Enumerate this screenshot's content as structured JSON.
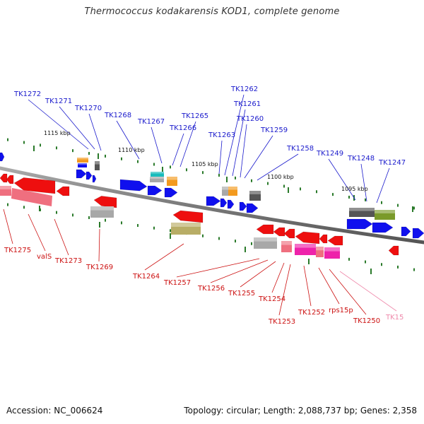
{
  "title": "Thermococcus kodakarensis KOD1, complete genome",
  "footer": {
    "accession": "Accession: NC_006624",
    "summary": "Topology: circular; Length: 2,088,737 bp; Genes: 2,358"
  },
  "colors": {
    "upper_label": "#1a1acc",
    "lower_label": "#cc1111",
    "faded_label": "#ee88aa",
    "backbone": "#888888",
    "tick": "#2a7a2a",
    "gene_blue": "#1010ee",
    "gene_red": "#ee0f0f",
    "gene_pink": "#ef6f7f",
    "gene_magenta": "#ee22aa",
    "gene_gray": "#a8a8a8",
    "gene_dark": "#555555",
    "gene_orange": "#f39a1e",
    "gene_teal": "#19bcbc",
    "gene_olive": "#7a9a2a",
    "gene_khaki": "#b8ad66"
  },
  "position_markers": [
    {
      "label": "1115 kbp"
    },
    {
      "label": "1110 kbp"
    },
    {
      "label": "1105 kbp"
    },
    {
      "label": "1100 kbp"
    },
    {
      "label": "1095 kbp"
    }
  ],
  "upper_genes": [
    {
      "label": "TK1272"
    },
    {
      "label": "TK1271"
    },
    {
      "label": "TK1270"
    },
    {
      "label": "TK1268"
    },
    {
      "label": "TK1267"
    },
    {
      "label": "TK1266"
    },
    {
      "label": "TK1265"
    },
    {
      "label": "TK1263"
    },
    {
      "label": "TK1262"
    },
    {
      "label": "TK1261"
    },
    {
      "label": "TK1260"
    },
    {
      "label": "TK1259"
    },
    {
      "label": "TK1258"
    },
    {
      "label": "TK1249"
    },
    {
      "label": "TK1248"
    },
    {
      "label": "TK1247"
    }
  ],
  "lower_genes": [
    {
      "label": "TK1275"
    },
    {
      "label": "valS"
    },
    {
      "label": "TK1273"
    },
    {
      "label": "TK1269"
    },
    {
      "label": "TK1264"
    },
    {
      "label": "TK1257"
    },
    {
      "label": "TK1256"
    },
    {
      "label": "TK1255"
    },
    {
      "label": "TK1254"
    },
    {
      "label": "TK1253"
    },
    {
      "label": "TK1252"
    },
    {
      "label": "rps15p"
    },
    {
      "label": "TK1250"
    },
    {
      "label": "TK15"
    }
  ]
}
